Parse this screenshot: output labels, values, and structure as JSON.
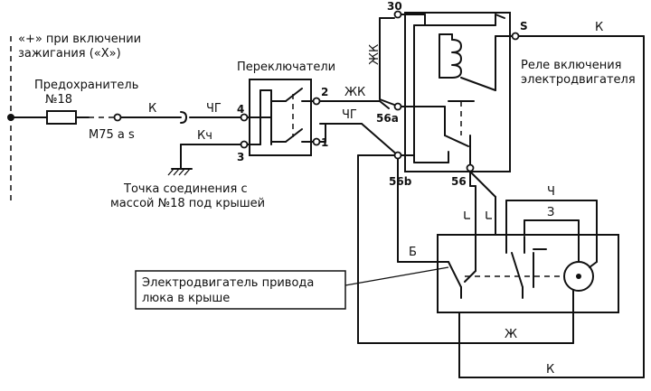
{
  "labels": {
    "ignition_line1": "«+» при включении",
    "ignition_line2": "зажигания («X»)",
    "fuse_line1": "Предохранитель",
    "fuse_line2": "№18",
    "connector": "M75 a s",
    "wire_k_left": "К",
    "wire_chg_in": "ЧГ",
    "wire_kch": "Кч",
    "switches_title": "Переключатели",
    "ground_line1": "Точка соединения с",
    "ground_line2": "массой №18 под крышей",
    "sw_pin_4": "4",
    "sw_pin_2": "2",
    "sw_pin_3": "3",
    "sw_pin_1": "1",
    "wire_zhk": "ЖК",
    "wire_chg": "ЧГ",
    "wire_zhk_vert": "ЖК",
    "relay_30": "30",
    "relay_s": "S",
    "relay_56a": "56a",
    "relay_56b": "56b",
    "relay_56": "56",
    "wire_k_top": "К",
    "relay_title_line1": "Реле  включения",
    "relay_title_line2": "электродвигателя",
    "wire_ch": "Ч",
    "wire_z": "З",
    "wire_b": "Б",
    "motor_title_line1": "Электродвигатель привода",
    "motor_title_line2": "люка в крыше",
    "wire_zh_bottom": "Ж",
    "wire_k_bottom": "К"
  }
}
